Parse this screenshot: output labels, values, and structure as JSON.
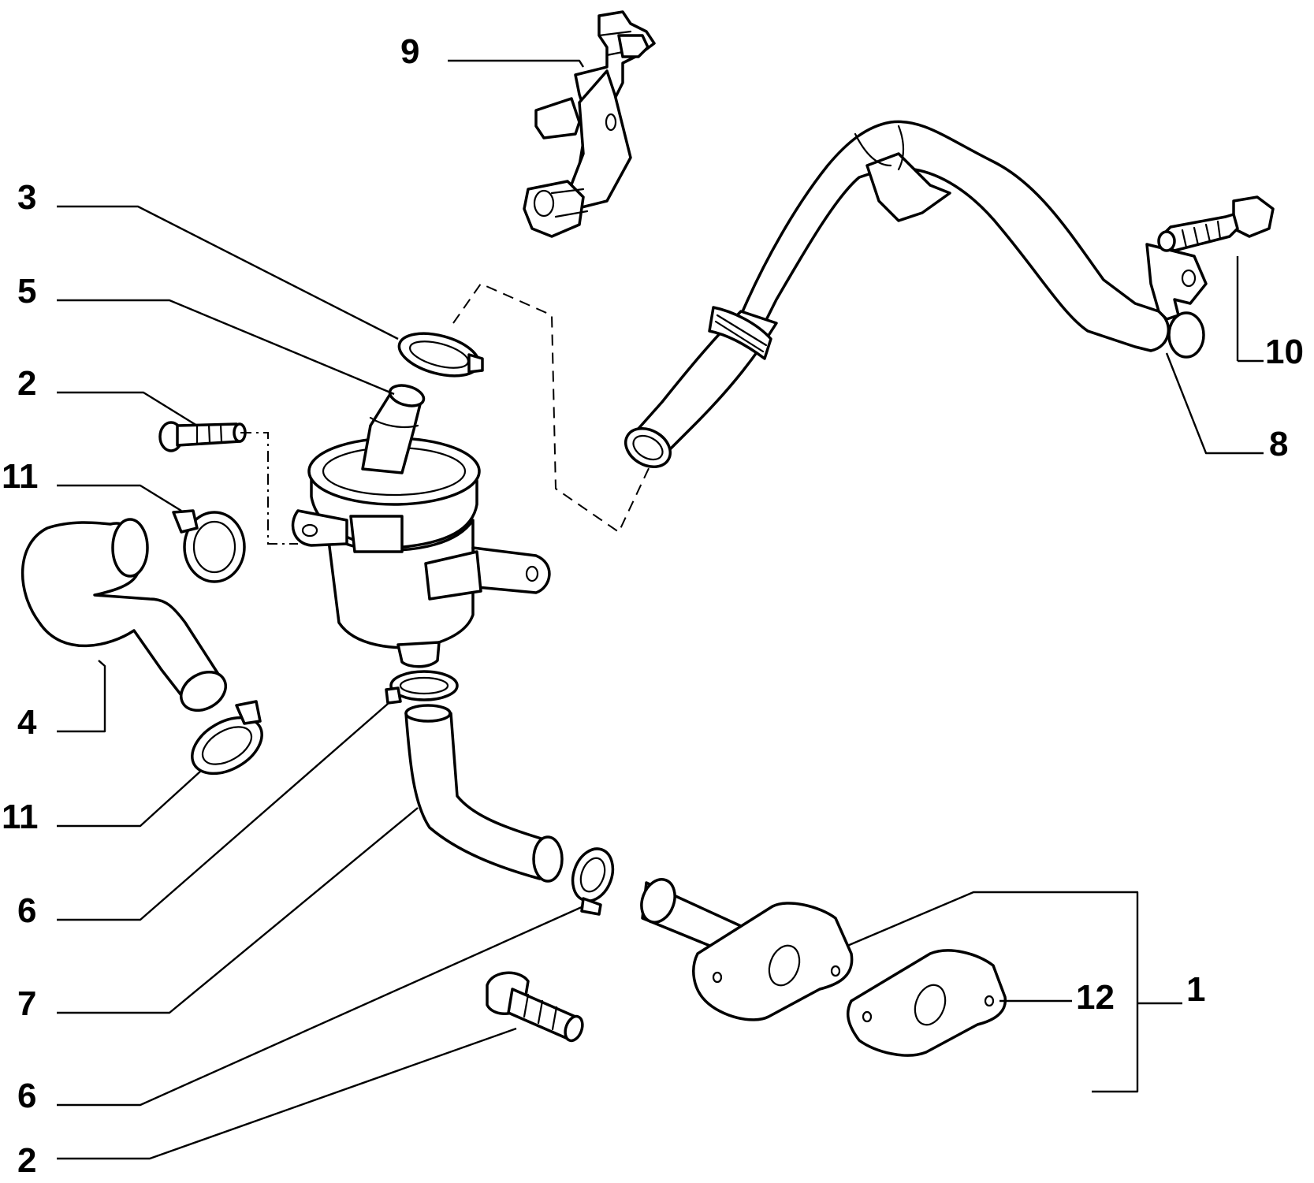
{
  "callouts": {
    "c9": "9",
    "c3": "3",
    "c5": "5",
    "c2a": "2",
    "c11a": "11",
    "c4": "4",
    "c11b": "11",
    "c6a": "6",
    "c7": "7",
    "c6b": "6",
    "c2b": "2",
    "c10": "10",
    "c8": "8",
    "c12": "12",
    "c1": "1"
  },
  "colors": {
    "ink": "#000000",
    "paper": "#ffffff"
  }
}
